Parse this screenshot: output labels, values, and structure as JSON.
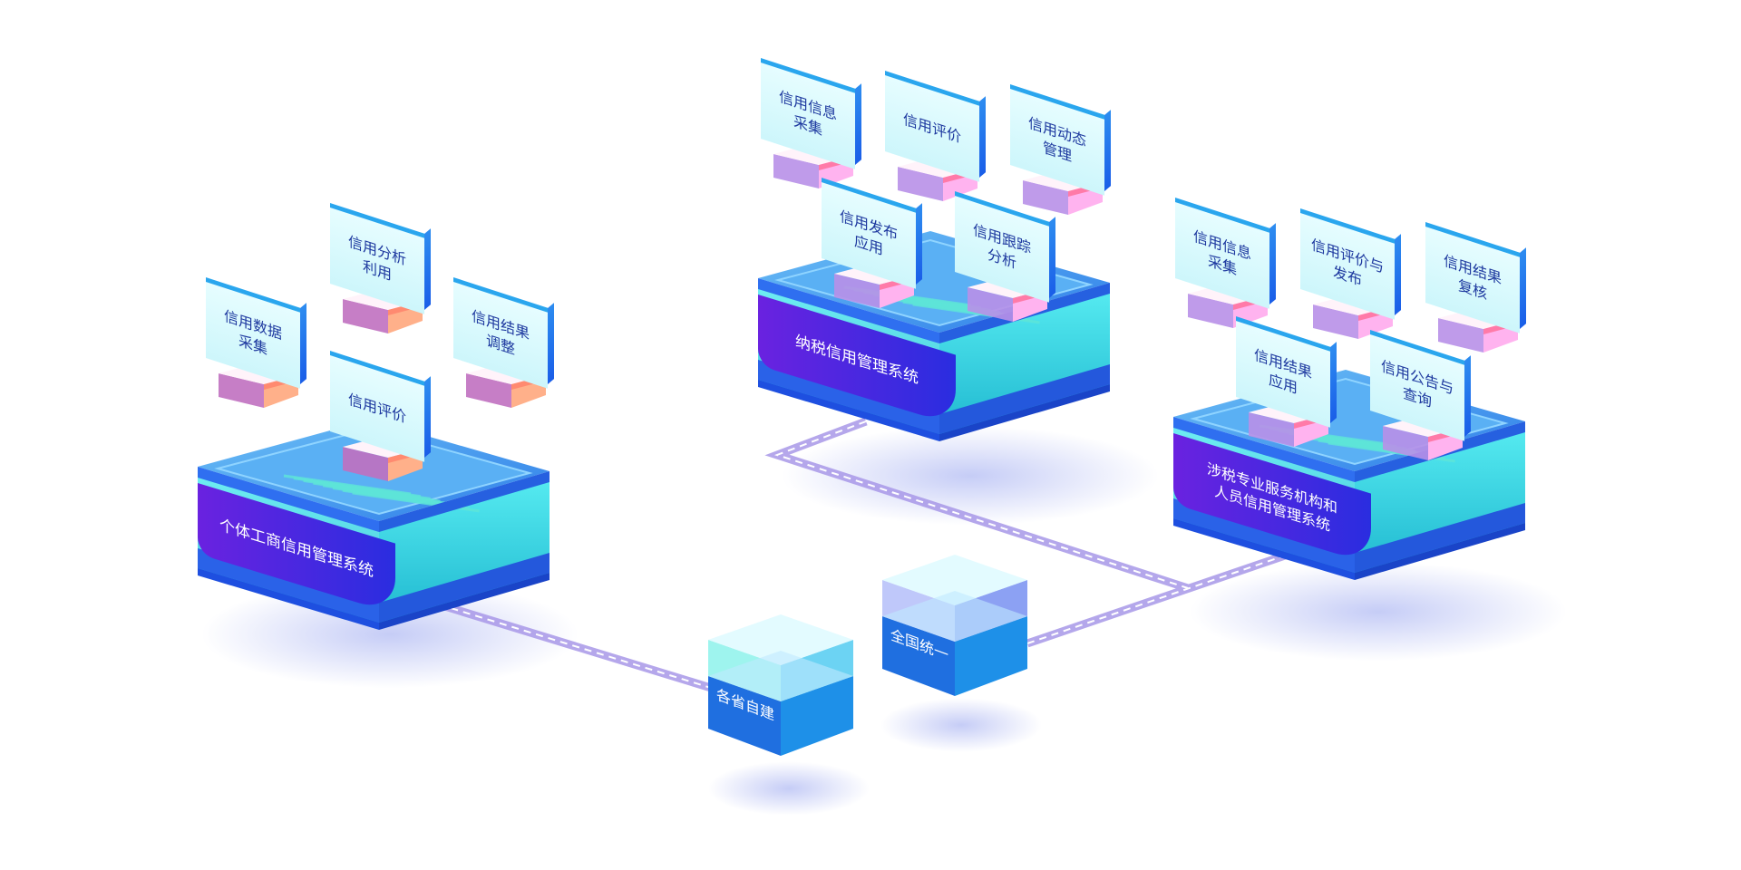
{
  "platforms": [
    {
      "name": "个体工商信用管理系统",
      "cards": [
        "信用数据\n采集",
        "信用分析\n利用",
        "信用结果\n调整",
        "信用评价"
      ]
    },
    {
      "name": "纳税信用管理系统",
      "cards": [
        "信用信息\n采集",
        "信用评价",
        "信用动态\n管理",
        "信用发布\n应用",
        "信用跟踪\n分析"
      ]
    },
    {
      "name": "涉税专业服务机构和\n人员信用管理系统",
      "cards": [
        "信用信息\n采集",
        "信用评价与\n发布",
        "信用结果\n复核",
        "信用结果\n应用",
        "信用公告与\n查询"
      ]
    }
  ],
  "cubes": [
    {
      "label": "各省自建"
    },
    {
      "label": "全国统一"
    }
  ],
  "colors": {
    "banner": "#5a26e0",
    "card_text": "#1f3aa0",
    "link": "#9b8ce0",
    "platform_top": "#4aa2ef",
    "platform_side": "#2fd3e0"
  }
}
